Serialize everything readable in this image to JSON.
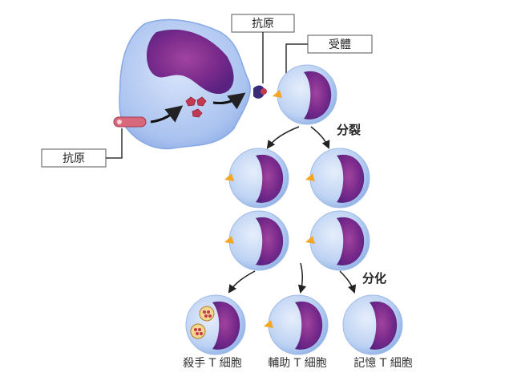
{
  "labels": {
    "antigen_top": "抗原",
    "receptor": "受體",
    "antigen_left": "抗原",
    "division": "分裂",
    "differentiation": "分化"
  },
  "cells": {
    "killer": "殺手 T 細胞",
    "helper": "輔助 T 細胞",
    "memory": "記憶 T 細胞"
  },
  "colors": {
    "cell_body": "#bcd3f2",
    "nucleus": "#7b2e8f",
    "receptor": "#f5a623",
    "antigen": "#c23a52",
    "presenting_cell": "#aac4f0"
  }
}
